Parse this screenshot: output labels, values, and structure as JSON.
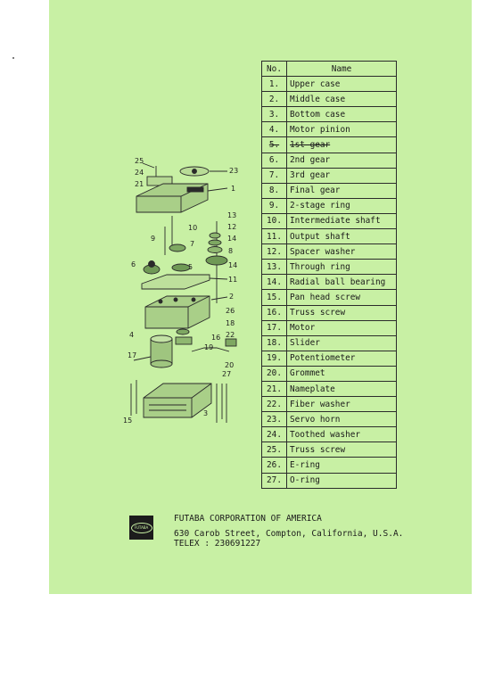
{
  "table": {
    "headers": {
      "no": "No.",
      "name": "Name"
    },
    "rows": [
      {
        "no": "1.",
        "name": "Upper case"
      },
      {
        "no": "2.",
        "name": "Middle case"
      },
      {
        "no": "3.",
        "name": "Bottom case"
      },
      {
        "no": "4.",
        "name": "Motor pinion"
      },
      {
        "no": "5.",
        "name": "1st gear"
      },
      {
        "no": "6.",
        "name": "2nd gear"
      },
      {
        "no": "7.",
        "name": "3rd gear"
      },
      {
        "no": "8.",
        "name": "Final gear"
      },
      {
        "no": "9.",
        "name": "2-stage ring"
      },
      {
        "no": "10.",
        "name": "Intermediate shaft"
      },
      {
        "no": "11.",
        "name": "Output shaft"
      },
      {
        "no": "12.",
        "name": "Spacer washer"
      },
      {
        "no": "13.",
        "name": "Through ring"
      },
      {
        "no": "14.",
        "name": "Radial ball bearing"
      },
      {
        "no": "15.",
        "name": "Pan head screw"
      },
      {
        "no": "16.",
        "name": "Truss screw"
      },
      {
        "no": "17.",
        "name": "Motor"
      },
      {
        "no": "18.",
        "name": "Slider"
      },
      {
        "no": "19.",
        "name": "Potentiometer"
      },
      {
        "no": "20.",
        "name": "Grommet"
      },
      {
        "no": "21.",
        "name": "Nameplate"
      },
      {
        "no": "22.",
        "name": "Fiber washer"
      },
      {
        "no": "23.",
        "name": "Servo horn"
      },
      {
        "no": "24.",
        "name": "Toothed washer"
      },
      {
        "no": "25.",
        "name": "Truss screw"
      },
      {
        "no": "26.",
        "name": "E-ring"
      },
      {
        "no": "27.",
        "name": "O-ring"
      }
    ]
  },
  "diagram": {
    "callouts": [
      "25",
      "24",
      "21",
      "23",
      "1",
      "13",
      "12",
      "14",
      "10",
      "9",
      "7",
      "8",
      "6",
      "5",
      "14",
      "11",
      "2",
      "26",
      "18",
      "4",
      "16",
      "22",
      "19",
      "17",
      "20",
      "27",
      "15",
      "3"
    ]
  },
  "logo_text": "FUTABA",
  "footer": {
    "company": "FUTABA CORPORATION OF AMERICA",
    "address": "630 Carob Street, Compton, California, U.S.A.",
    "telex": "TELEX : 230691227"
  }
}
